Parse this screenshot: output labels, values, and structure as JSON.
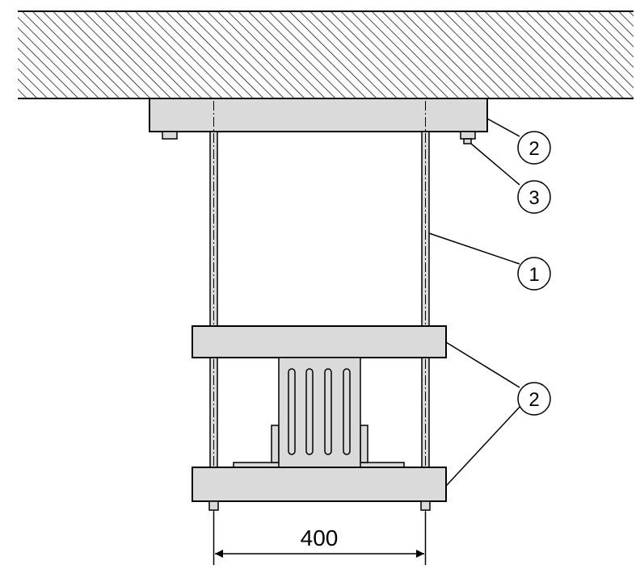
{
  "colors": {
    "stroke": "#000000",
    "component_fill": "#dadada",
    "background": "#ffffff"
  },
  "callouts": {
    "rod": "1",
    "top_support": "2",
    "nut": "3",
    "lower_supports": "2"
  },
  "dimension": {
    "width_label": "400"
  }
}
